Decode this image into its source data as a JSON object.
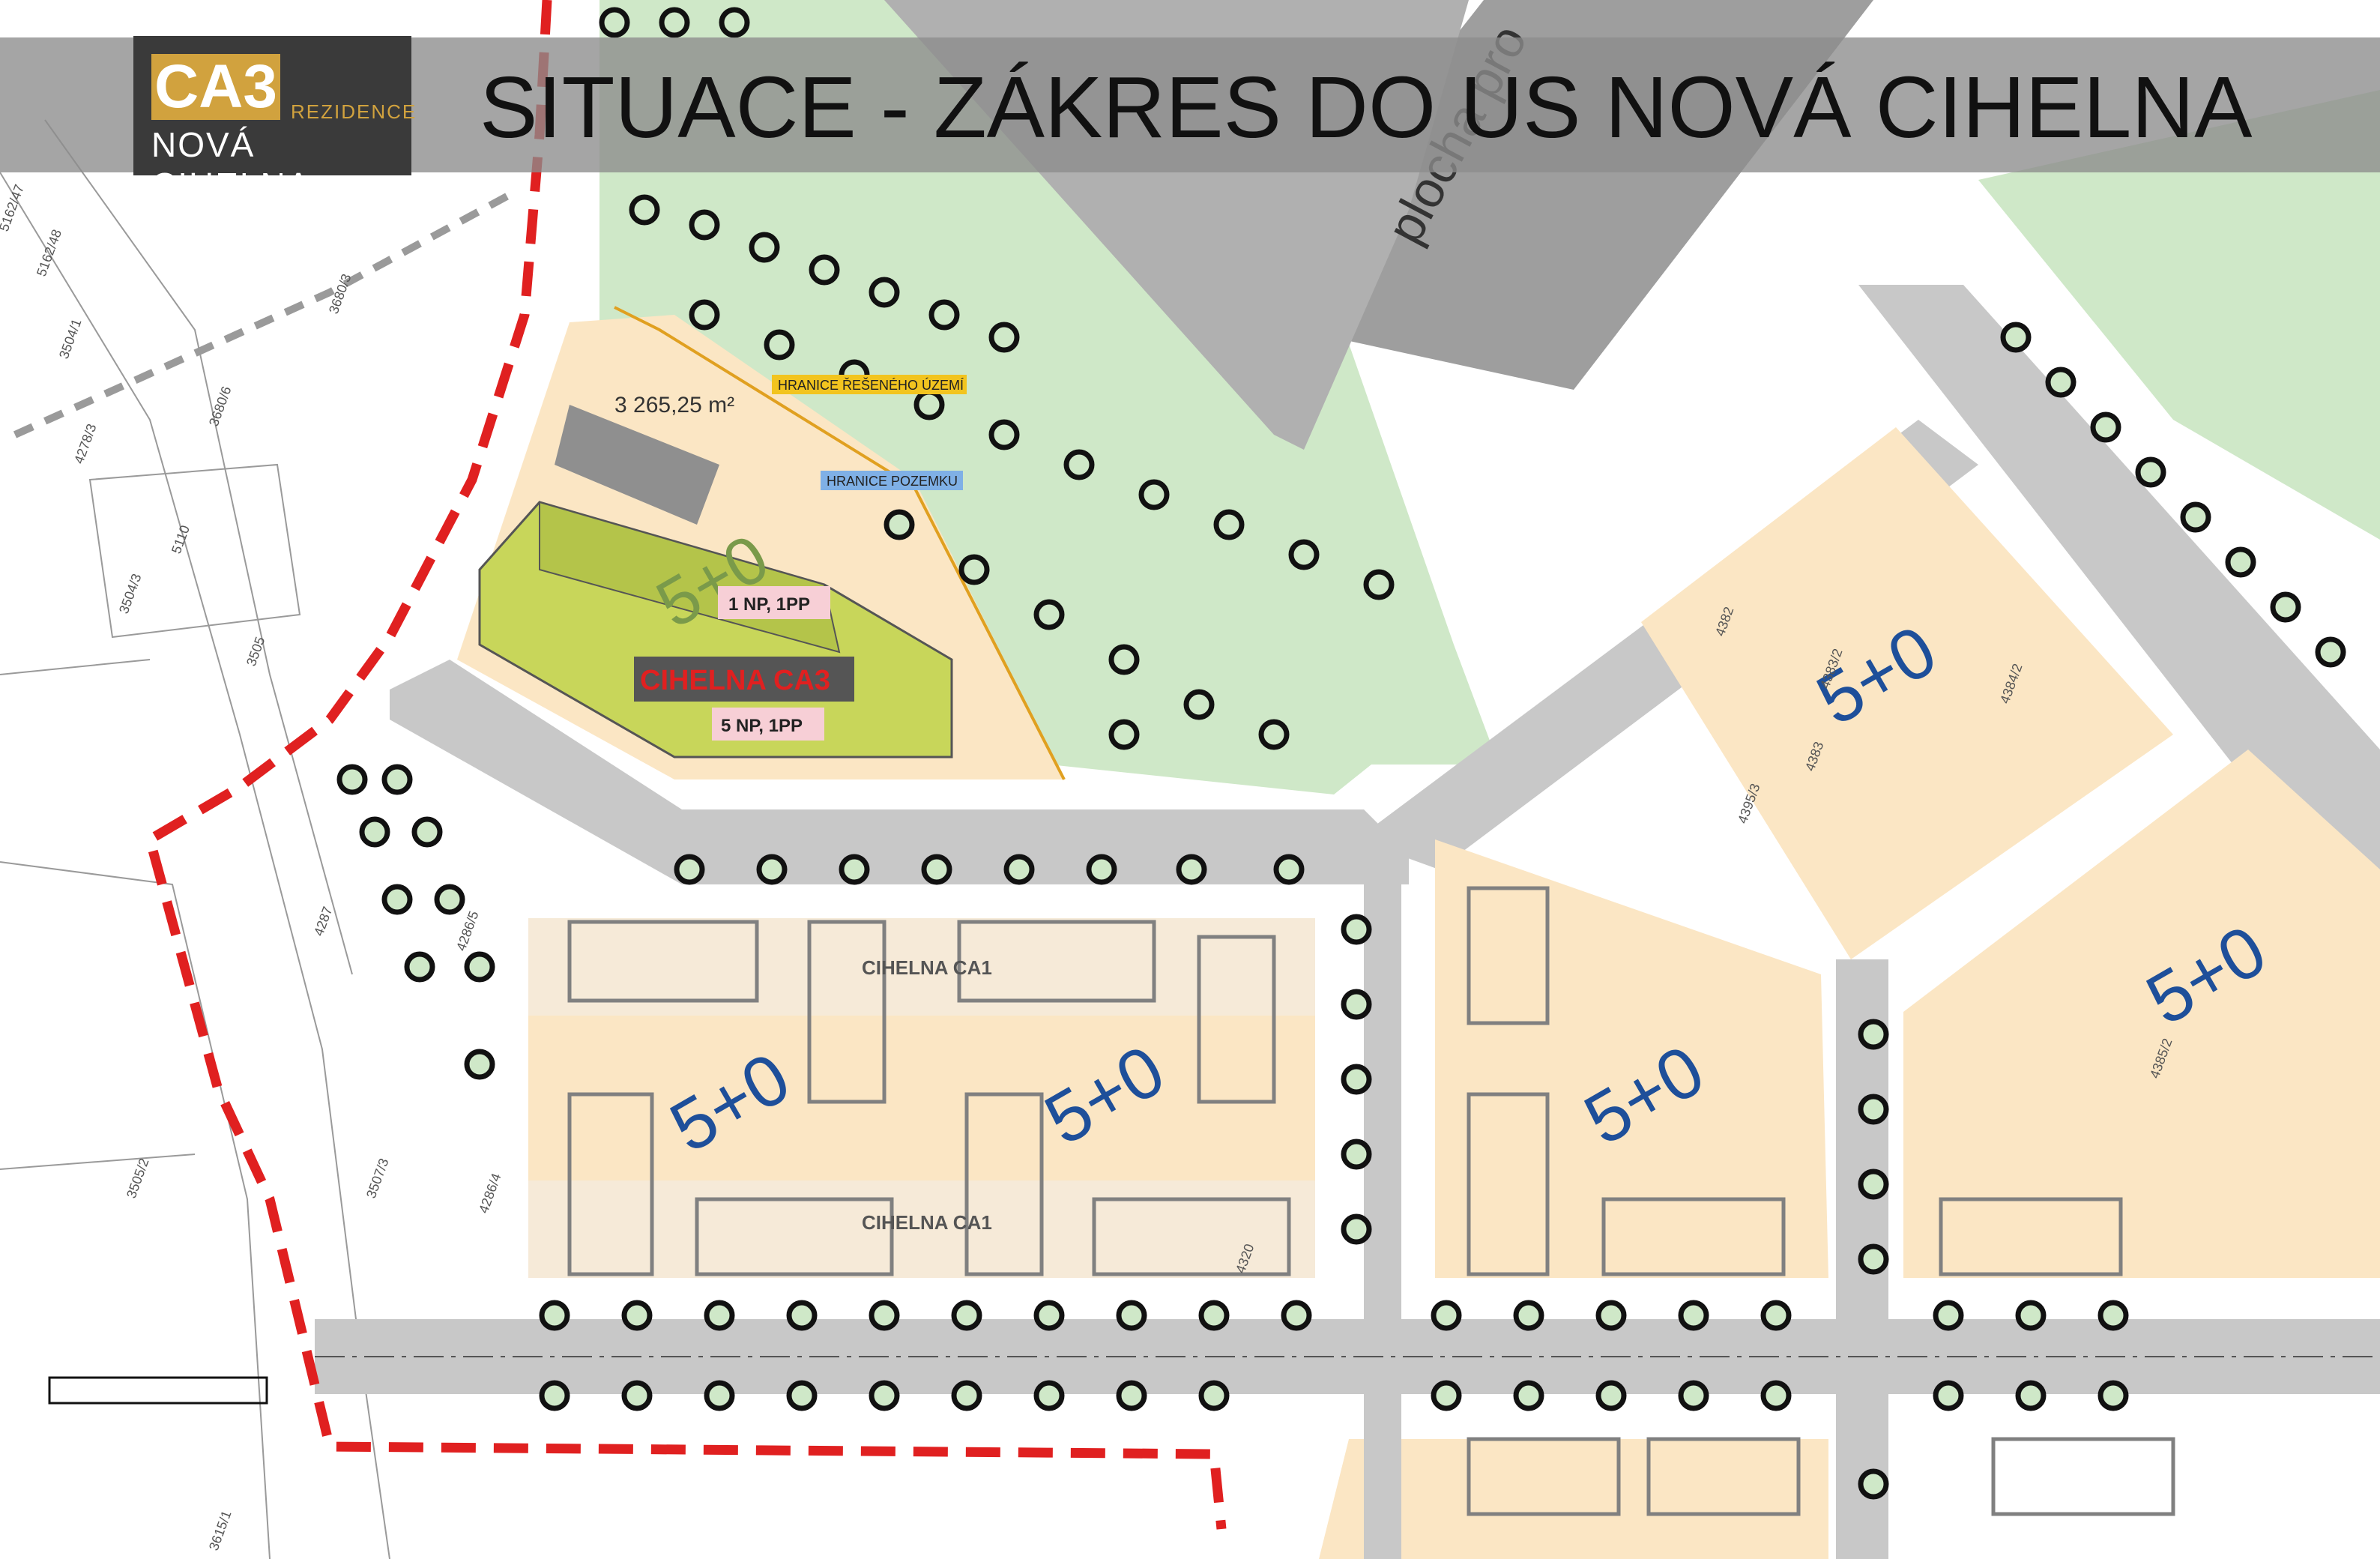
{
  "header": {
    "logo_code": "CA3",
    "logo_subtitle": "REZIDENCE",
    "logo_name": "NOVÁ CIHELNA",
    "title": "SITUACE - ZÁKRES DO US NOVÁ CIHELNA"
  },
  "map": {
    "area": "3 265,25 m²",
    "legend_boundary": "HRANICE ŘEŠENÉHO ÚZEMÍ",
    "legend_plot": "HRANICE POZEMKU",
    "ca3_floors_low": "1 NP, 1PP",
    "ca3_name": "CIHELNA CA3",
    "ca3_floors_high": "5 NP, 1PP",
    "ca1_label": "CIHELNA CA1",
    "height_code": "5+0",
    "street_label": "plocha pro"
  },
  "parcels": [
    "5162/47",
    "5162/48",
    "3504/1",
    "3680/3",
    "3680/6",
    "4278/3",
    "5110",
    "3504/3",
    "3505",
    "3505/2",
    "3507/3",
    "4286/5",
    "4286/4",
    "4287",
    "3615/1",
    "4382",
    "4383",
    "4383/2",
    "4384/2",
    "4385/2",
    "4320",
    "4395/3"
  ],
  "colors": {
    "accent": "#d1a23e",
    "boundary": "#e02020",
    "green_zone": "#cfe8c8",
    "plot": "#fbe6c4",
    "building": "#c8d65a",
    "road": "#c8c8c8",
    "height_code": "#1e4f9a",
    "ca3_label_bg": "#555555",
    "ca3_label_text": "#e02020"
  }
}
